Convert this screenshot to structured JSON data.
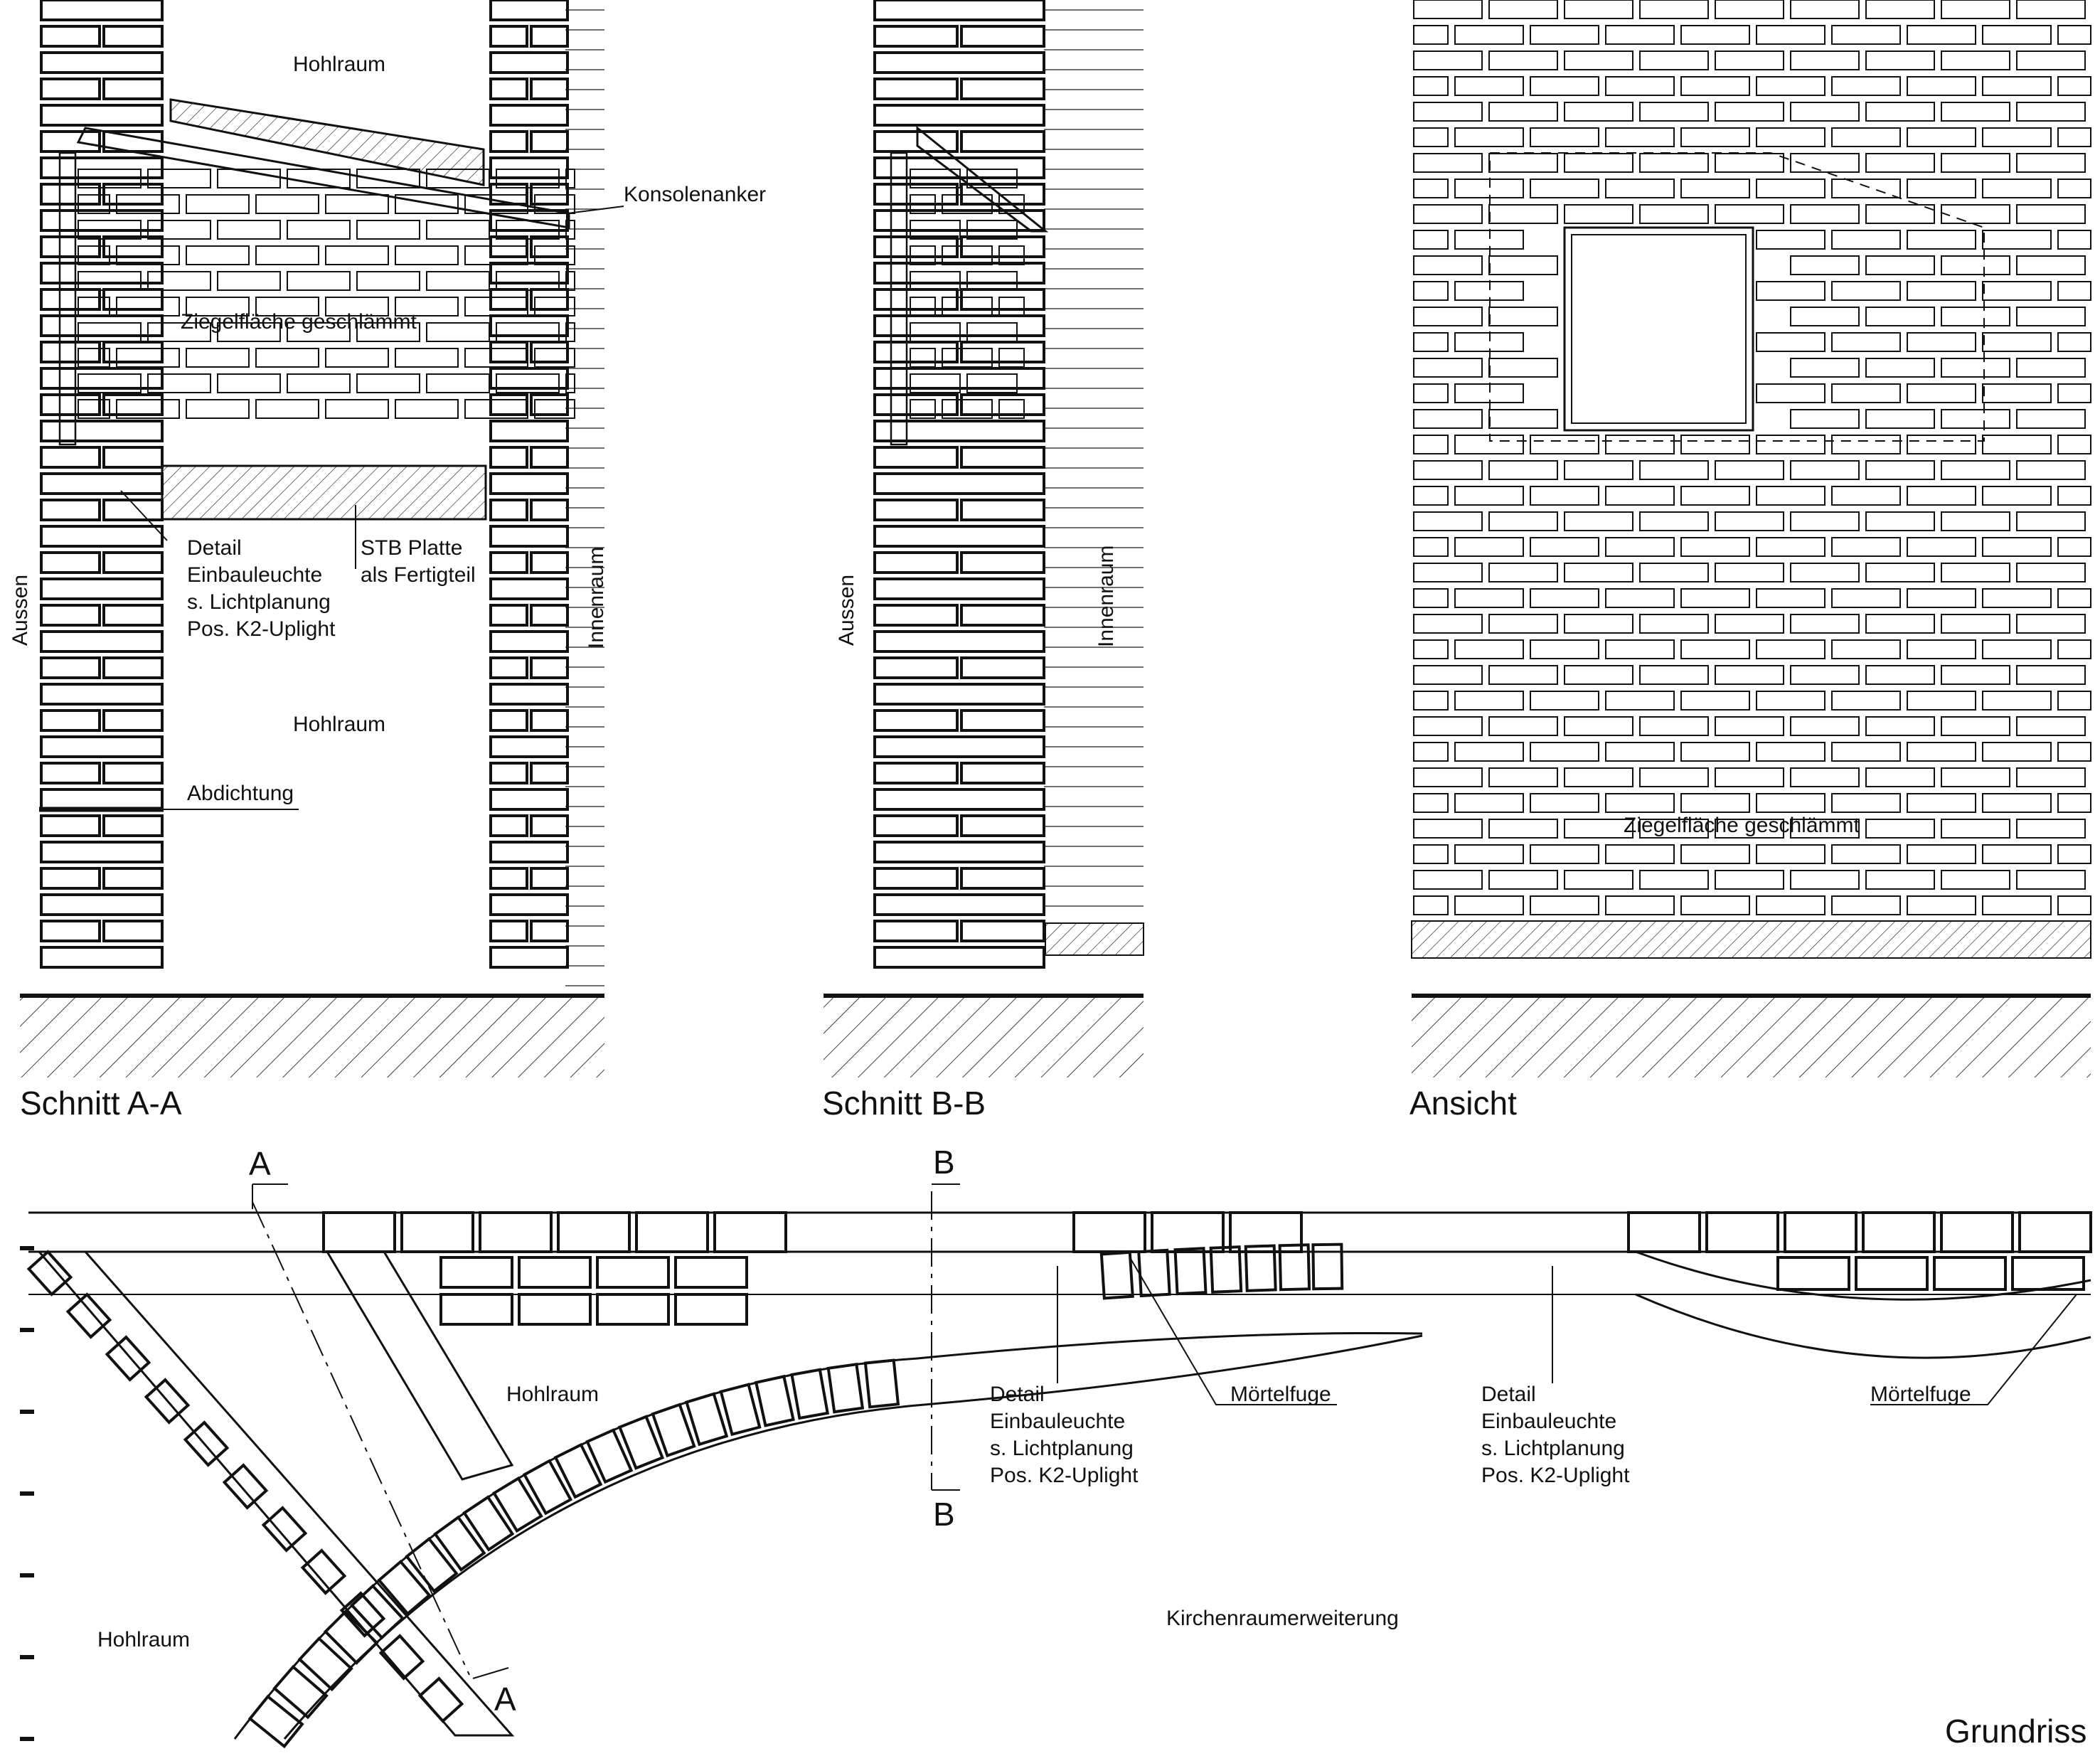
{
  "sheet": {
    "views": {
      "section_aa": {
        "title": "Schnitt A-A"
      },
      "section_bb": {
        "title": "Schnitt B-B"
      },
      "elevation": {
        "title": "Ansicht"
      },
      "plan": {
        "title": "Grundriss"
      }
    },
    "labels": {
      "hohlraum": "Hohlraum",
      "konsolenanker": "Konsolenanker",
      "ziegelflaeche": "Ziegelfläche geschlämmt",
      "detail": [
        "Detail",
        "Einbauleuchte",
        "s. Lichtplanung",
        "Pos. K2-Uplight"
      ],
      "stb_platte": [
        "STB Platte",
        "als Fertigteil"
      ],
      "aussen": "Aussen",
      "innenraum": "Innenraum",
      "abdichtung": "Abdichtung",
      "moertelfuge": "Mörtelfuge",
      "kirchenraumerweiterung": "Kirchenraumerweiterung",
      "cut_a": "A",
      "cut_b": "B"
    }
  }
}
